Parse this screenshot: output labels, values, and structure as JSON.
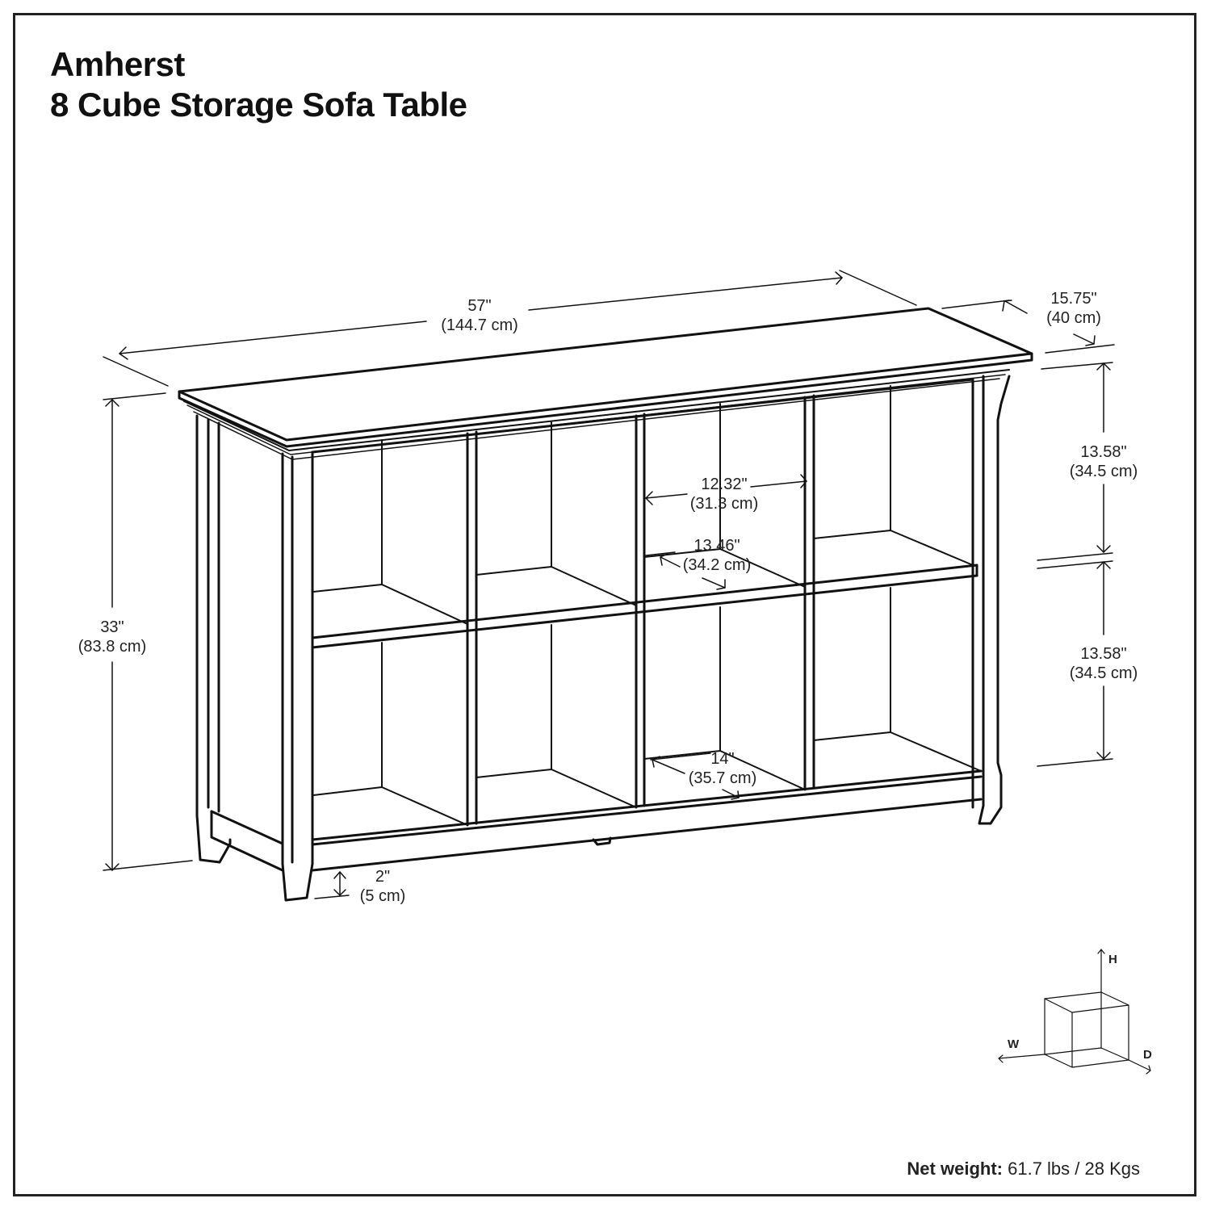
{
  "title": {
    "line1": "Amherst",
    "line2": "8 Cube Storage Sofa Table"
  },
  "dimensions": {
    "width": {
      "imperial": "57\"",
      "metric": "(144.7 cm)"
    },
    "depth": {
      "imperial": "15.75\"",
      "metric": "(40 cm)"
    },
    "height": {
      "imperial": "33\"",
      "metric": "(83.8 cm)"
    },
    "upper_cube_height": {
      "imperial": "13.58\"",
      "metric": "(34.5 cm)"
    },
    "lower_cube_height": {
      "imperial": "13.58\"",
      "metric": "(34.5 cm)"
    },
    "cube_width": {
      "imperial": "12.32\"",
      "metric": "(31.3 cm)"
    },
    "cube_depth": {
      "imperial": "13.46\"",
      "metric": "(34.2 cm)"
    },
    "bottom_cube_depth": {
      "imperial": "14\"",
      "metric": "(35.7 cm)"
    },
    "floor_clearance": {
      "imperial": "2\"",
      "metric": "(5 cm)"
    }
  },
  "axis_legend": {
    "height_label": "H",
    "width_label": "W",
    "depth_label": "D"
  },
  "net_weight": {
    "label": "Net weight:",
    "value": "61.7 lbs / 28 Kgs"
  },
  "colors": {
    "line": "#111111",
    "text": "#222222",
    "background": "#ffffff",
    "border": "#222222"
  }
}
